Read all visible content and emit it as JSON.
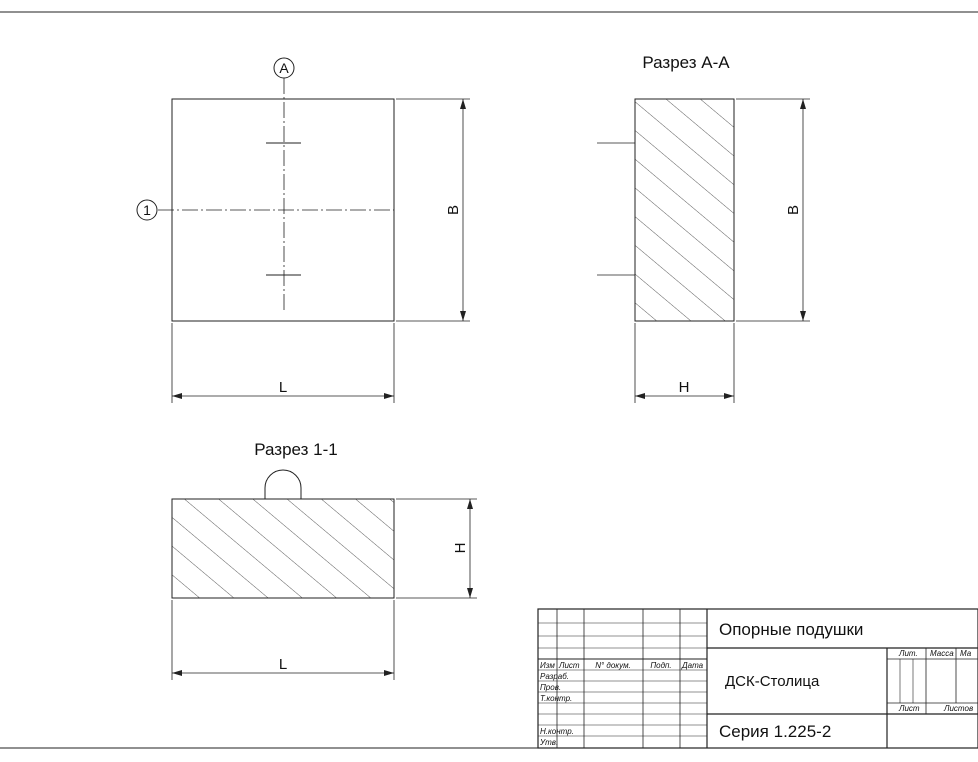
{
  "views": {
    "section_aa_title": "Разрез А-А",
    "section_11_title": "Разрез 1-1",
    "plan_axis_letter": "А",
    "plan_axis_number": "1",
    "dim_b": "B",
    "dim_l": "L",
    "dim_h": "H"
  },
  "title_block": {
    "title": "Опорные подушки",
    "organization": "ДСК-Столица",
    "series": "Серия 1.225-2",
    "header_cols": [
      "Изм",
      "Лист",
      "N° докум.",
      "Подп.",
      "Дата"
    ],
    "roles": [
      "Разраб.",
      "Пров.",
      "Т.контр.",
      "Н.контр.",
      "Утв."
    ],
    "lit": "Лит.",
    "massa": "Масса",
    "masshtab": "Ма",
    "list": "Лист",
    "listov": "Листов"
  }
}
